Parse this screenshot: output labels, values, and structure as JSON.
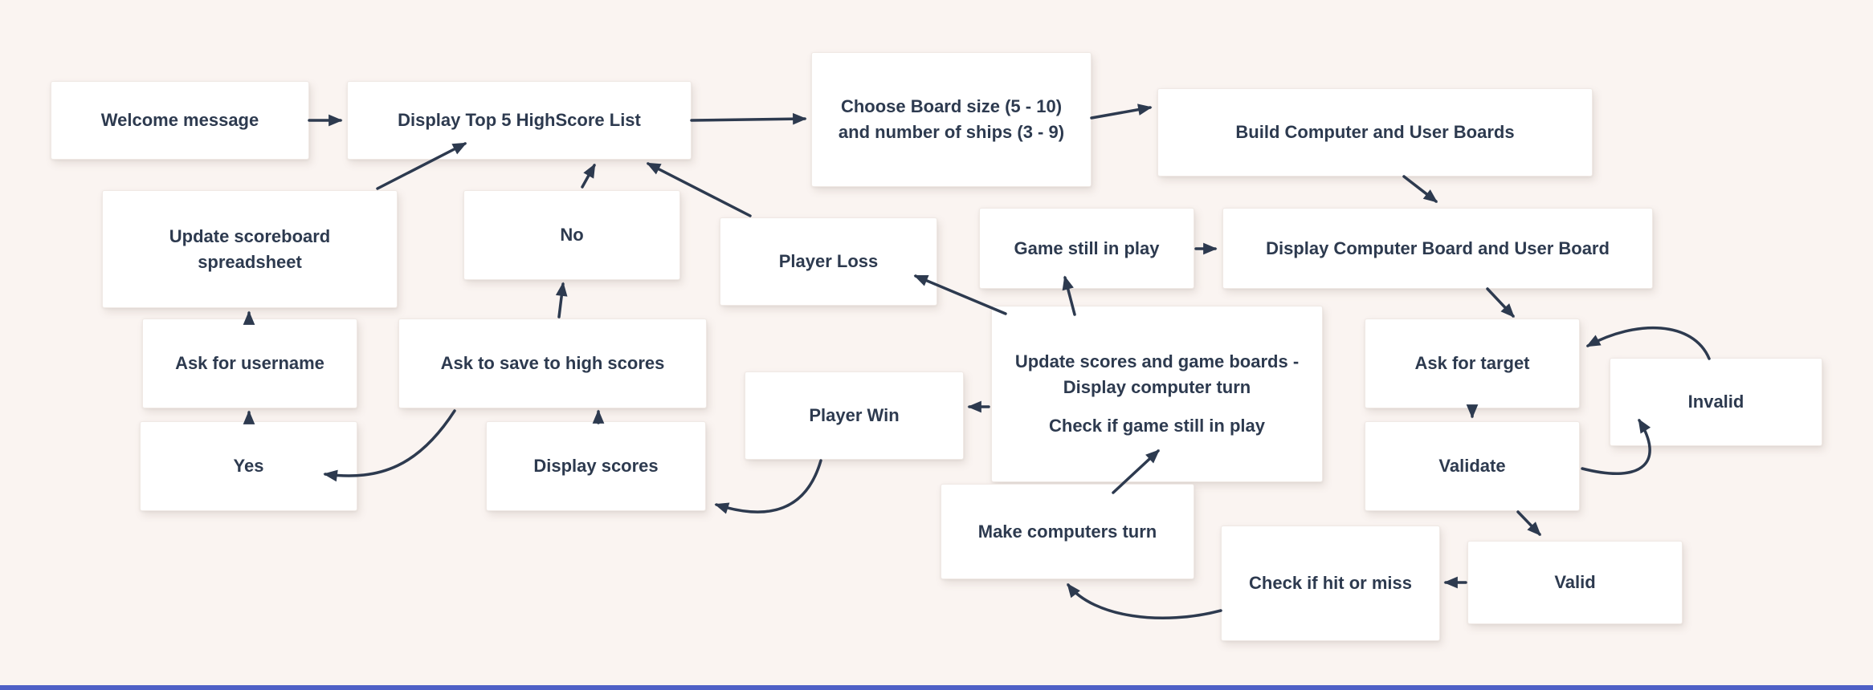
{
  "app": {
    "background_color": "#FAF4F1",
    "node_fill_color": "#FFFFFF",
    "text_color": "#2D3A4F",
    "arrow_color": "#2D3A4F",
    "bottom_bar_color": "#4E60C6"
  },
  "nodes": {
    "welcome": {
      "label": "Welcome message"
    },
    "top5": {
      "label": "Display Top 5 HighScore List"
    },
    "choose_board": {
      "label": "Choose Board size (5 - 10) and number of ships (3 - 9)"
    },
    "build_boards": {
      "label": "Build Computer and User Boards"
    },
    "update_scoreboard": {
      "label": "Update scoreboard spreadsheet"
    },
    "no": {
      "label": "No"
    },
    "player_loss": {
      "label": "Player Loss"
    },
    "game_in_play": {
      "label": "Game still in play"
    },
    "display_boards": {
      "label": "Display Computer Board and User Board"
    },
    "ask_username": {
      "label": "Ask for username"
    },
    "ask_save": {
      "label": "Ask to save to high scores"
    },
    "update_scores": {
      "line1": "Update scores and game boards - Display computer turn",
      "line2": "Check if game still in play"
    },
    "ask_target": {
      "label": "Ask for target"
    },
    "invalid": {
      "label": "Invalid"
    },
    "player_win": {
      "label": "Player Win"
    },
    "yes": {
      "label": "Yes"
    },
    "display_scores": {
      "label": "Display scores"
    },
    "validate": {
      "label": "Validate"
    },
    "computers_turn": {
      "label": "Make computers turn"
    },
    "check_hit": {
      "label": "Check if hit or miss"
    },
    "valid": {
      "label": "Valid"
    }
  },
  "edges": [
    {
      "from": "welcome",
      "to": "top5"
    },
    {
      "from": "top5",
      "to": "choose_board"
    },
    {
      "from": "choose_board",
      "to": "build_boards"
    },
    {
      "from": "build_boards",
      "to": "display_boards"
    },
    {
      "from": "game_in_play",
      "to": "display_boards"
    },
    {
      "from": "display_boards",
      "to": "ask_target"
    },
    {
      "from": "ask_target",
      "to": "validate"
    },
    {
      "from": "validate",
      "to": "valid"
    },
    {
      "from": "validate",
      "to": "invalid"
    },
    {
      "from": "invalid",
      "to": "ask_target"
    },
    {
      "from": "valid",
      "to": "check_hit"
    },
    {
      "from": "check_hit",
      "to": "computers_turn"
    },
    {
      "from": "computers_turn",
      "to": "update_scores"
    },
    {
      "from": "update_scores",
      "to": "game_in_play"
    },
    {
      "from": "update_scores",
      "to": "player_loss"
    },
    {
      "from": "update_scores",
      "to": "player_win"
    },
    {
      "from": "player_loss",
      "to": "top5"
    },
    {
      "from": "player_win",
      "to": "display_scores"
    },
    {
      "from": "display_scores",
      "to": "ask_save"
    },
    {
      "from": "ask_save",
      "to": "no"
    },
    {
      "from": "ask_save",
      "to": "yes"
    },
    {
      "from": "no",
      "to": "top5"
    },
    {
      "from": "yes",
      "to": "ask_username"
    },
    {
      "from": "ask_username",
      "to": "update_scoreboard"
    },
    {
      "from": "update_scoreboard",
      "to": "top5"
    }
  ]
}
